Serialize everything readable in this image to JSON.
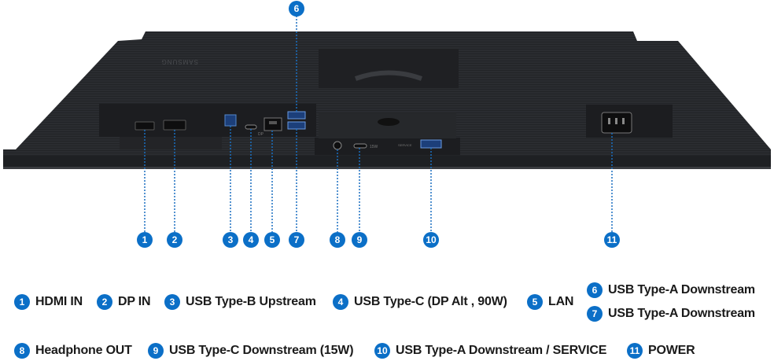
{
  "brand_label": "SAMSUNG",
  "port_text": {
    "usbc_marker": "DP",
    "usbc_downstream_marker": "15W",
    "usba_service_marker": "SERVICE"
  },
  "markers": [
    {
      "num": "1"
    },
    {
      "num": "2"
    },
    {
      "num": "3"
    },
    {
      "num": "4"
    },
    {
      "num": "5"
    },
    {
      "num": "6"
    },
    {
      "num": "7"
    },
    {
      "num": "8"
    },
    {
      "num": "9"
    },
    {
      "num": "10"
    },
    {
      "num": "11"
    }
  ],
  "legend": [
    {
      "num": "1",
      "label": "HDMI IN"
    },
    {
      "num": "2",
      "label": "DP IN"
    },
    {
      "num": "3",
      "label": "USB Type-B Upstream"
    },
    {
      "num": "4",
      "label": "USB Type-C (DP Alt , 90W)"
    },
    {
      "num": "5",
      "label": "LAN"
    },
    {
      "num": "6",
      "label": "USB Type-A Downstream"
    },
    {
      "num": "7",
      "label": "USB Type-A Downstream"
    },
    {
      "num": "8",
      "label": "Headphone OUT"
    },
    {
      "num": "9",
      "label": "USB Type-C Downstream (15W)"
    },
    {
      "num": "10",
      "label": "USB Type-A Downstream / SERVICE"
    },
    {
      "num": "11",
      "label": "POWER"
    }
  ],
  "colors": {
    "accent": "#0b6fc7",
    "body_dark": "#2a2c30",
    "panel_dark": "#1c1d20",
    "leader_line": "#1a6fc0"
  }
}
